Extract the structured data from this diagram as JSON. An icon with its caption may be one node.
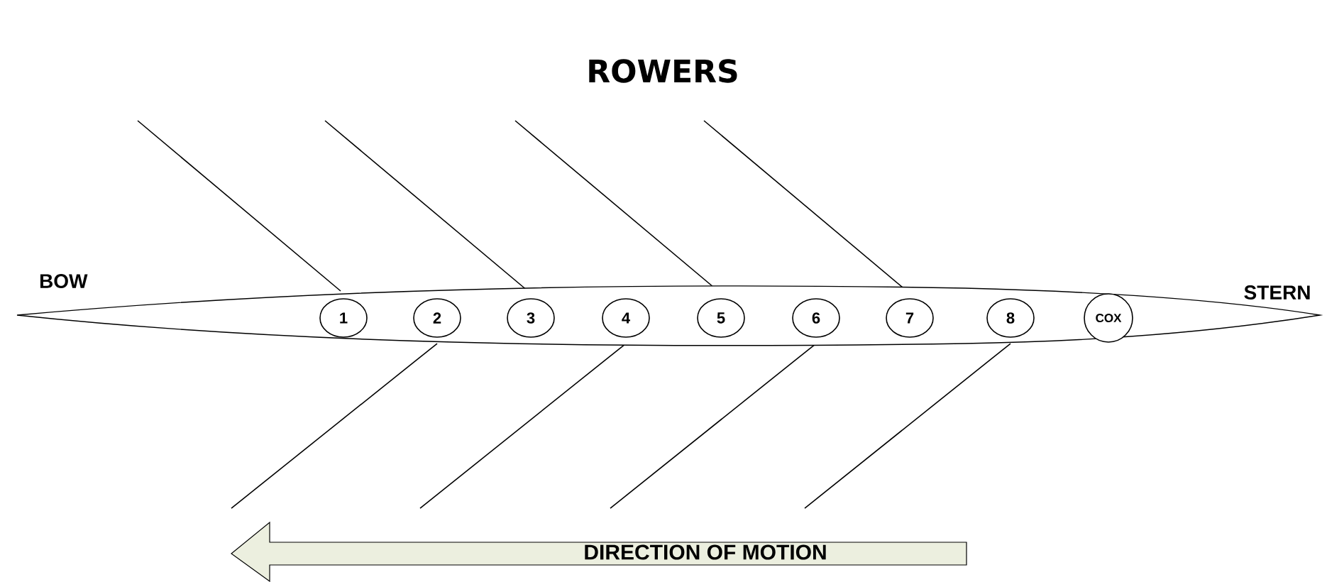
{
  "diagram": {
    "title": "ROWERS",
    "nodes": [
      {
        "text": [],
        "shape": "boat"
      },
      {
        "text": [
          "1"
        ],
        "in": 0
      },
      {
        "text": [
          "2"
        ],
        "in": 0
      },
      {
        "text": [
          "3"
        ],
        "in": 0
      },
      {
        "text": [
          "4"
        ],
        "in": 0
      },
      {
        "text": [
          "5"
        ],
        "in": 0
      },
      {
        "text": [
          "6"
        ],
        "in": 0
      },
      {
        "text": [
          "7"
        ],
        "in": 0
      },
      {
        "text": [
          "8"
        ],
        "in": 0
      },
      {
        "text": [
          "COX"
        ],
        "in": 0
      },
      {
        "text": [
          "DIRECTION OF MOTION"
        ]
      }
    ],
    "labels": [
      "BOW",
      "STERN"
    ]
  }
}
